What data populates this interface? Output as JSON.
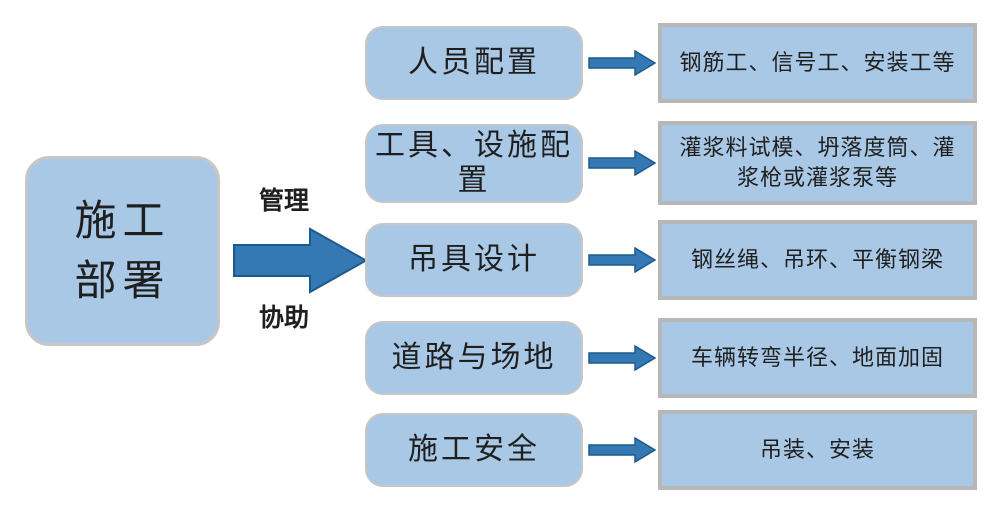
{
  "root_node": {
    "label": "施工\n部署"
  },
  "main_arrow": {
    "top_label": "管理",
    "bottom_label": "协助"
  },
  "rows": [
    {
      "category": "人员配置",
      "detail": "钢筋工、信号工、安装工等"
    },
    {
      "category": "工具、设施配置",
      "detail": "灌浆料试模、坍落度筒、灌浆枪或灌浆泵等"
    },
    {
      "category": "吊具设计",
      "detail": "钢丝绳、吊环、平衡钢梁"
    },
    {
      "category": "道路与场地",
      "detail": "车辆转弯半径、地面加固"
    },
    {
      "category": "施工安全",
      "detail": "吊装、安装"
    }
  ],
  "colors": {
    "box_fill": "#a9c8e6",
    "node_border": "#c6c6c6",
    "detail_border": "#b7b7b7",
    "arrow_fill": "#3579b4",
    "arrow_stroke": "#1d5a8c",
    "text": "#1f1f1f",
    "page_bg": "#ffffff"
  }
}
